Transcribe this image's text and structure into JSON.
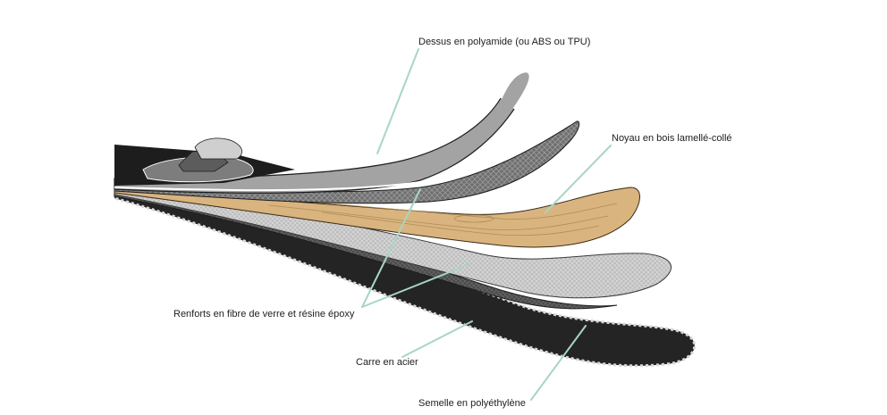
{
  "labels": {
    "top": "Dessus en polyamide (ou ABS ou TPU)",
    "core": "Noyau en bois lamellé-collé",
    "reinforcement": "Renforts en fibre de verre et résine époxy",
    "edge": "Carre en acier",
    "base": "Semelle en polyéthylène"
  },
  "colors": {
    "leader": "#a8d6c1",
    "topsheet": "#a3a3a3",
    "wood": "#d9b47f",
    "base": "#242424",
    "fiber": "#7d7d7d",
    "outline": "#1d1d1d"
  }
}
